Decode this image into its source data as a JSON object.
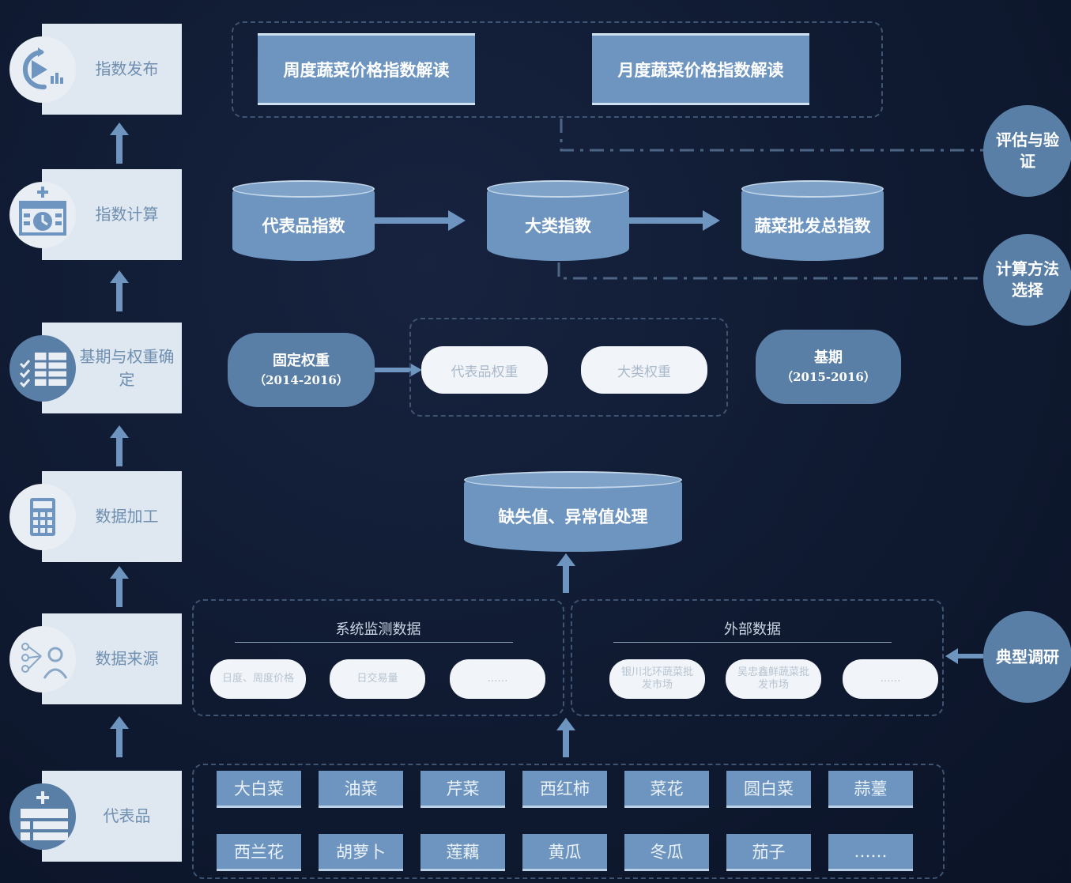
{
  "steps": [
    {
      "label": "指数发布",
      "icon": "play-chart-icon"
    },
    {
      "label": "指数计算",
      "icon": "calculator-calendar-icon"
    },
    {
      "label": "基期与权重确定",
      "icon": "checklist-table-icon"
    },
    {
      "label": "数据加工",
      "icon": "calculator-icon"
    },
    {
      "label": "数据来源",
      "icon": "person-network-icon"
    },
    {
      "label": "代表品",
      "icon": "list-plus-icon"
    }
  ],
  "publication": {
    "weekly": "周度蔬菜价格指数解读",
    "monthly": "月度蔬菜价格指数解读"
  },
  "calculation": {
    "representative_index": "代表品指数",
    "category_index": "大类指数",
    "total_index": "蔬菜批发总指数"
  },
  "side": {
    "evaluation": "评估与验证",
    "method": "计算方法选择",
    "survey": "典型调研"
  },
  "weights": {
    "fixed_title": "固定权重",
    "fixed_period": "（2014-2016）",
    "representative_weight": "代表品权重",
    "category_weight": "大类权重",
    "base_title": "基期",
    "base_period": "（2015-2016）"
  },
  "processing": {
    "label": "缺失值、异常值处理"
  },
  "sources": {
    "system_title": "系统监测数据",
    "system_items": [
      "日度、周度价格",
      "日交易量",
      "……"
    ],
    "external_title": "外部数据",
    "external_items": [
      "银川北环蔬菜批发市场",
      "吴忠鑫鲜蔬菜批发市场",
      "……"
    ]
  },
  "vegetables": {
    "row1": [
      "大白菜",
      "油菜",
      "芹菜",
      "西红柿",
      "菜花",
      "圆白菜",
      "蒜薹"
    ],
    "row2": [
      "西兰花",
      "胡萝卜",
      "莲藕",
      "黄瓜",
      "冬瓜",
      "茄子",
      "……"
    ]
  },
  "colors": {
    "background": "#0f1a31",
    "accent": "#6d95c0",
    "card": "#dfe7f0",
    "text_blue": "#6f8fb1"
  }
}
